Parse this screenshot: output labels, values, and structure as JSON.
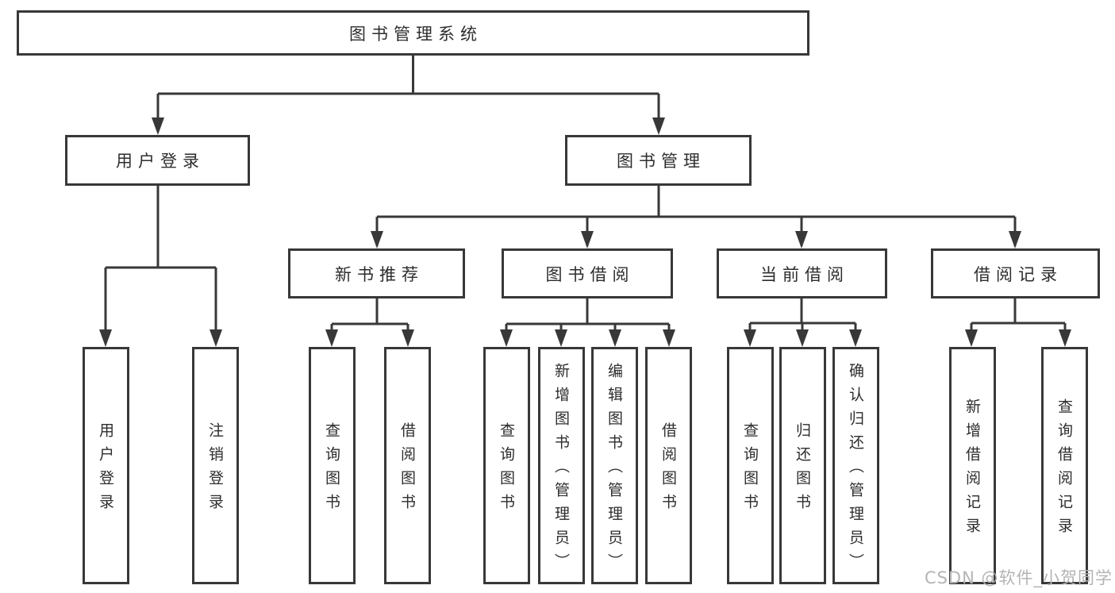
{
  "diagram_type": "functional-structure-tree",
  "hierarchy": {
    "label": "图书管理系统",
    "children": [
      {
        "label": "用户登录",
        "children": [
          {
            "label": "用户登录"
          },
          {
            "label": "注销登录"
          }
        ]
      },
      {
        "label": "图书管理",
        "children": [
          {
            "label": "新书推荐",
            "children": [
              {
                "label": "查询图书"
              },
              {
                "label": "借阅图书"
              }
            ]
          },
          {
            "label": "图书借阅",
            "children": [
              {
                "label": "查询图书"
              },
              {
                "label": "新增图书（管理员）"
              },
              {
                "label": "编辑图书（管理员）"
              },
              {
                "label": "借阅图书"
              }
            ]
          },
          {
            "label": "当前借阅",
            "children": [
              {
                "label": "查询图书"
              },
              {
                "label": "归还图书"
              },
              {
                "label": "确认归还（管理员）"
              }
            ]
          },
          {
            "label": "借阅记录",
            "children": [
              {
                "label": "新增借阅记录"
              },
              {
                "label": "查询借阅记录"
              }
            ]
          }
        ]
      }
    ]
  },
  "watermark": {
    "text": "CSDN @软件_小贺同学"
  },
  "colors": {
    "line": "#383838",
    "box_border": "#383838",
    "box_fill": "#ffffff",
    "text": "#2d2d2d",
    "watermark": "#b4b4b4",
    "background": "#ffffff"
  }
}
